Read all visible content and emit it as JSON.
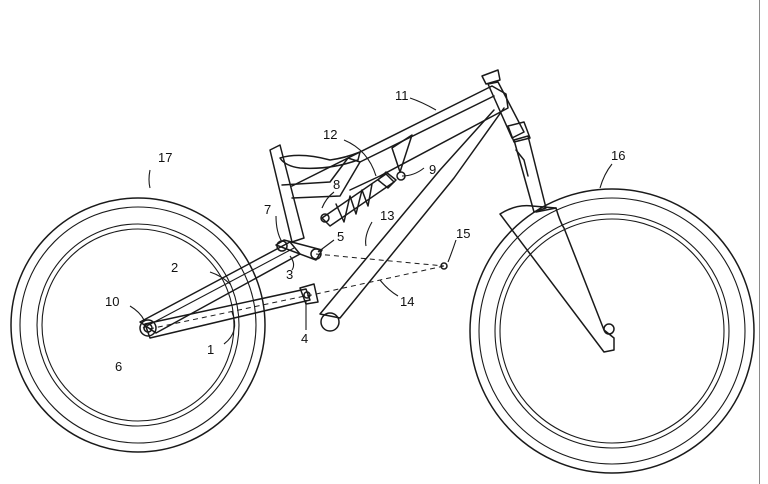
{
  "diagram": {
    "labels": {
      "n1": "1",
      "n2": "2",
      "n3": "3",
      "n4": "4",
      "n5": "5",
      "n6": "6",
      "n7": "7",
      "n8": "8",
      "n9": "9",
      "n10": "10",
      "n11": "11",
      "n12": "12",
      "n13": "13",
      "n14": "14",
      "n15": "15",
      "n16": "16",
      "n17": "17"
    }
  }
}
